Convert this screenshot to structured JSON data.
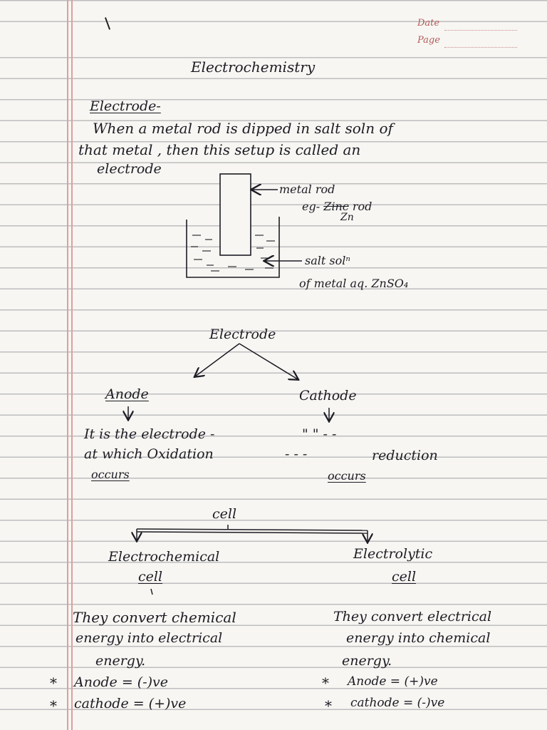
{
  "header": {
    "date_label": "Date",
    "page_label": "Page"
  },
  "title": "Electrochemistry",
  "electrode": {
    "heading": "Electrode-",
    "line1": "When a metal rod is dipped in salt soln of",
    "line2": "that metal , then this setup is called an",
    "line3": "electrode",
    "label_rod": "metal rod",
    "label_eg_prefix": "eg-",
    "label_eg_struck": "Zinc",
    "label_eg_rod": "rod",
    "label_zn": "Zn",
    "label_salt": "salt solⁿ",
    "label_salt2": "of metal aq. ZnSO₄"
  },
  "tree1": {
    "root": "Electrode",
    "left": "Anode",
    "right": "Cathode",
    "anode_desc1": "It is the electrode -",
    "anode_desc2": "at which Oxidation",
    "anode_desc3": "occurs",
    "cathode_desc1": "\" \" - -",
    "cathode_desc2": "- - -",
    "cathode_desc_reduction": "reduction",
    "cathode_desc3": "occurs"
  },
  "tree2": {
    "root": "cell",
    "left1": "Electrochemical",
    "left2": "cell",
    "right1": "Electrolytic",
    "right2": "cell",
    "left_desc1": "They convert chemical",
    "left_desc2": "energy into electrical",
    "left_desc3": "energy.",
    "right_desc1": "They convert electrical",
    "right_desc2": "energy into chemical",
    "right_desc3": "energy.",
    "left_anode": "Anode = (-)ve",
    "left_cathode": "cathode = (+)ve",
    "right_anode": "Anode = (+)ve",
    "right_cathode": "cathode = (-)ve",
    "star": "*"
  }
}
